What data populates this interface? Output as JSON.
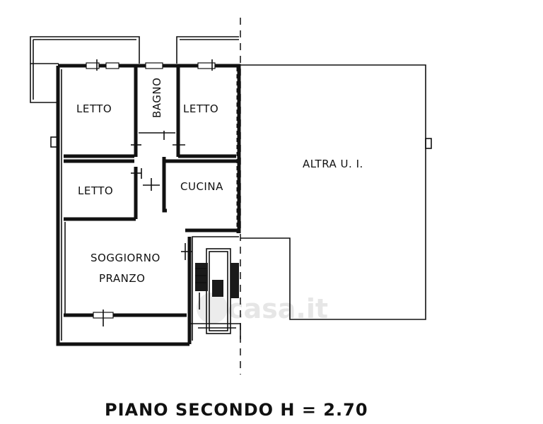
{
  "plan": {
    "rooms": {
      "letto_1": "LETTO",
      "bagno": "BAGNO",
      "letto_2": "LETTO",
      "letto_3": "LETTO",
      "cucina": "CUCINA",
      "soggiorno_line1": "SOGGIORNO",
      "soggiorno_line2": "PRANZO",
      "altra": "ALTRA U. I."
    },
    "caption": "PIANO SECONDO H = 2.70",
    "watermark": "casa.it"
  }
}
